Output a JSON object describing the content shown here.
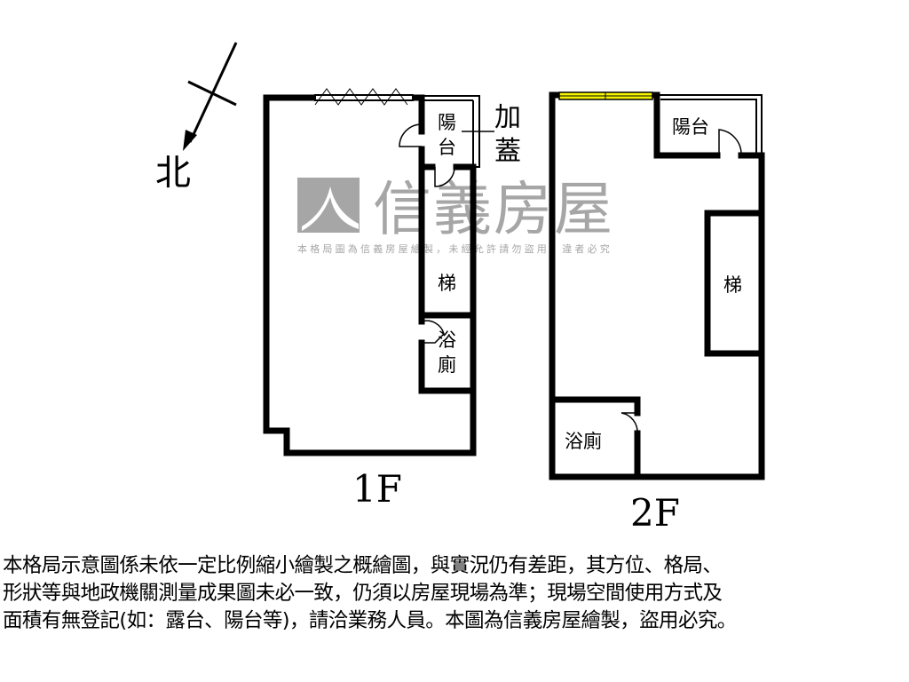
{
  "north": {
    "label": "北"
  },
  "watermark": {
    "brand": "信義房屋",
    "notice": "本格局圖為信義房屋繪製，未經允許請勿盜用，違者必究",
    "color": "#a6a6a6"
  },
  "floor1": {
    "label": "1F",
    "rooms": {
      "balcony": "陽\n台",
      "balcony_top": "陽",
      "balcony_bottom": "台",
      "stairs": "梯",
      "bath_top": "浴",
      "bath_bottom": "廁"
    },
    "annotation_top": "加",
    "annotation_bottom": "蓋"
  },
  "floor2": {
    "label": "2F",
    "rooms": {
      "balcony": "陽台",
      "stairs": "梯",
      "bath": "浴廁"
    },
    "window_color": "#f5f500"
  },
  "disclaimer": {
    "lines": [
      "本格局示意圖係未依一定比例縮小繪製之概繪圖，與實況仍有差距，其方位、格局、",
      "形狀等與地政機關測量成果圖未必一致，仍須以房屋現場為準；現場空間使用方式及",
      "面積有無登記(如：露台、陽台等)，請洽業務人員。本圖為信義房屋繪製，盜用必究。"
    ]
  }
}
